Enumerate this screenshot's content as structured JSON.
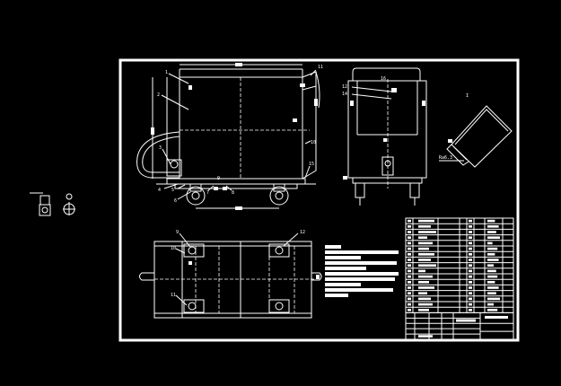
{
  "colors": {
    "background": "#000000",
    "lines": "#ffffff"
  },
  "balloons": {
    "front": [
      "1",
      "2",
      "3",
      "4",
      "5",
      "6",
      "7",
      "8",
      "9",
      "10",
      "11",
      "15"
    ],
    "side": [
      "12",
      "14",
      "16"
    ],
    "plan": [
      "9",
      "10",
      "11",
      "12"
    ]
  },
  "detail_label": "I",
  "detail_note": "Ra6.3"
}
